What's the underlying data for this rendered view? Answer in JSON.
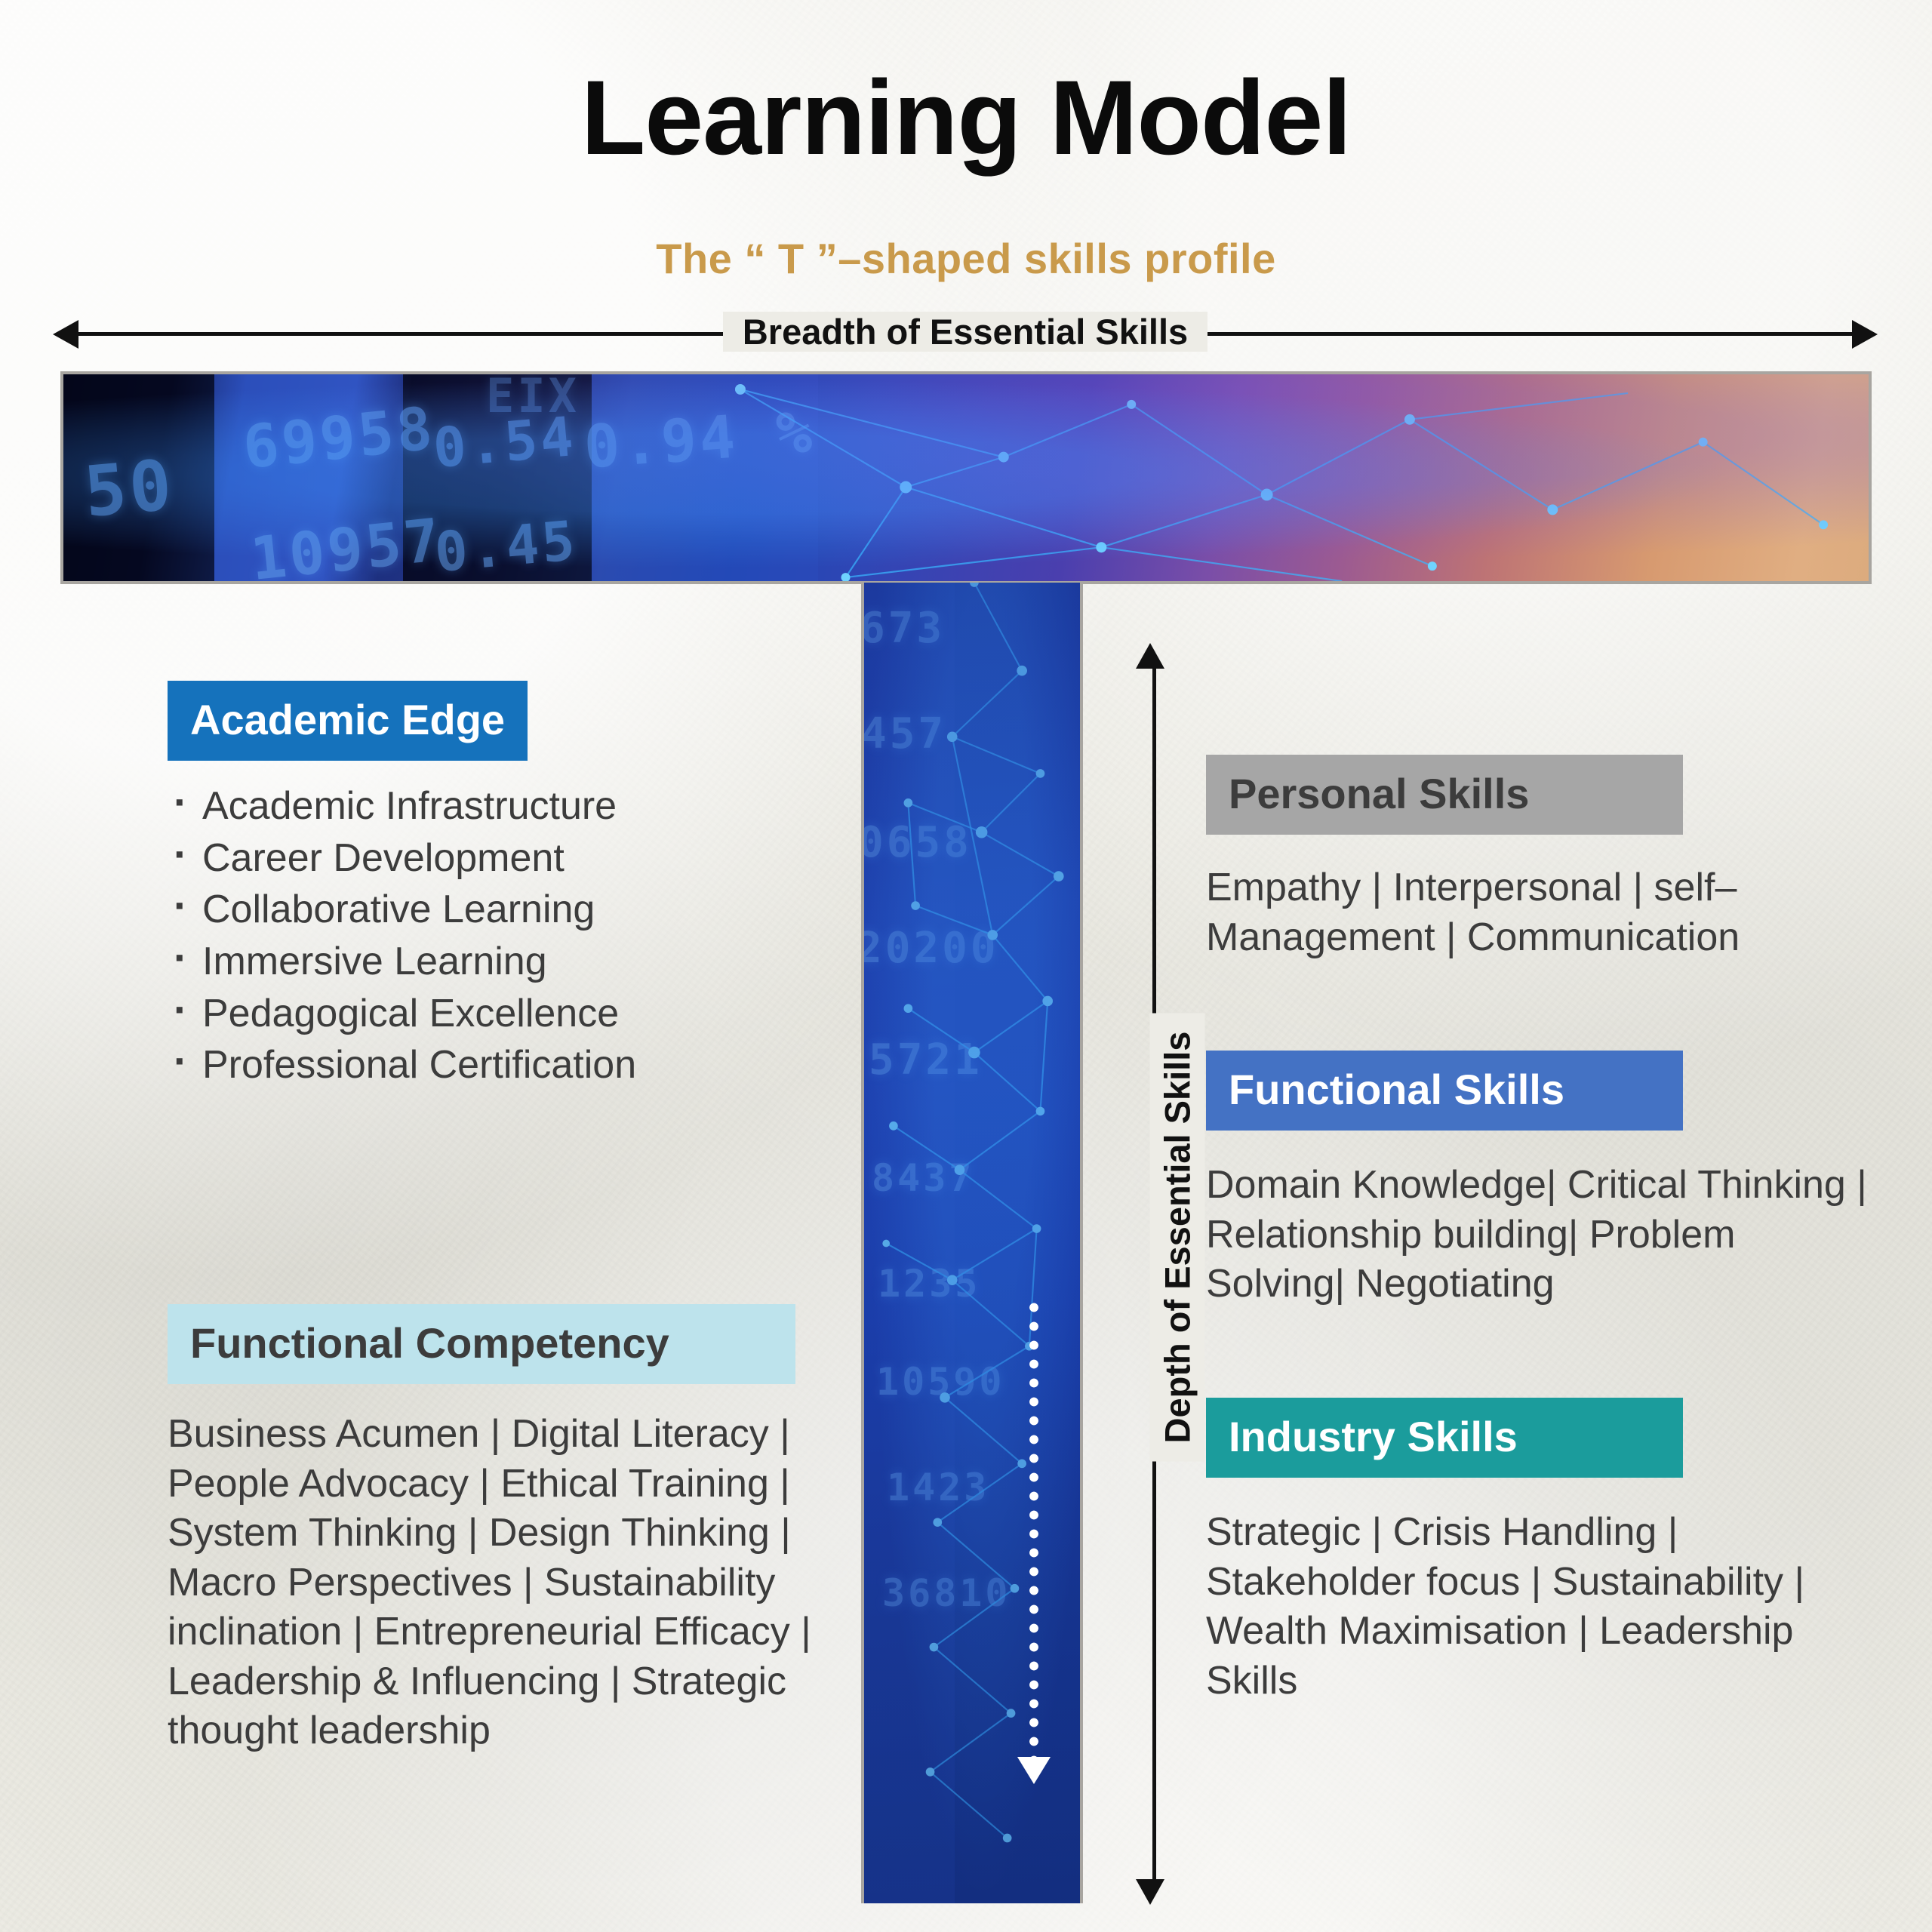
{
  "header": {
    "title": "Learning Model",
    "subtitle": "The “ T ”–shaped skills profile"
  },
  "axes": {
    "breadth_label": "Breadth of Essential Skills",
    "depth_label": "Depth of Essential Skills"
  },
  "colors": {
    "background": "#edece6",
    "subtitle": "#c99a4b",
    "academic_edge": "#1572bc",
    "functional_competency": "#bde3ec",
    "personal_skills": "#a6a6a6",
    "functional_skills": "#4472c4",
    "industry_skills": "#1b9c9c",
    "text": "#3c3c3c",
    "arrow": "#111111"
  },
  "left_column": {
    "academic_edge": {
      "title": "Academic Edge",
      "items": [
        "Academic Infrastructure",
        "Career Development",
        "Collaborative Learning",
        "Immersive Learning",
        "Pedagogical Excellence",
        "Professional Certification"
      ]
    },
    "functional_competency": {
      "title": "Functional Competency",
      "text": "Business Acumen | Digital Literacy | People Advocacy | Ethical Training | System Thinking | Design Thinking |  Macro Perspectives | Sustainability inclination | Entrepreneurial Efficacy | Leadership & Influencing | Strategic thought leadership"
    }
  },
  "right_column": {
    "personal_skills": {
      "title": "Personal Skills",
      "text": "Empathy | Interpersonal | self–Management | Communication"
    },
    "functional_skills": {
      "title": "Functional Skills",
      "text": "Domain Knowledge| Critical Thinking | Relationship building| Problem Solving| Negotiating"
    },
    "industry_skills": {
      "title": "Industry Skills",
      "text": "Strategic | Crisis Handling | Stakeholder focus | Sustainability | Wealth Maximisation | Leadership Skills"
    }
  },
  "t_graphic": {
    "ticker_values": [
      "50",
      "69958",
      "0.54",
      "0.45",
      "0.94 %",
      "10957",
      "673",
      "457",
      "0658",
      "20200",
      "5721",
      "8437",
      "1235",
      "10590",
      "1423",
      "36810"
    ]
  }
}
